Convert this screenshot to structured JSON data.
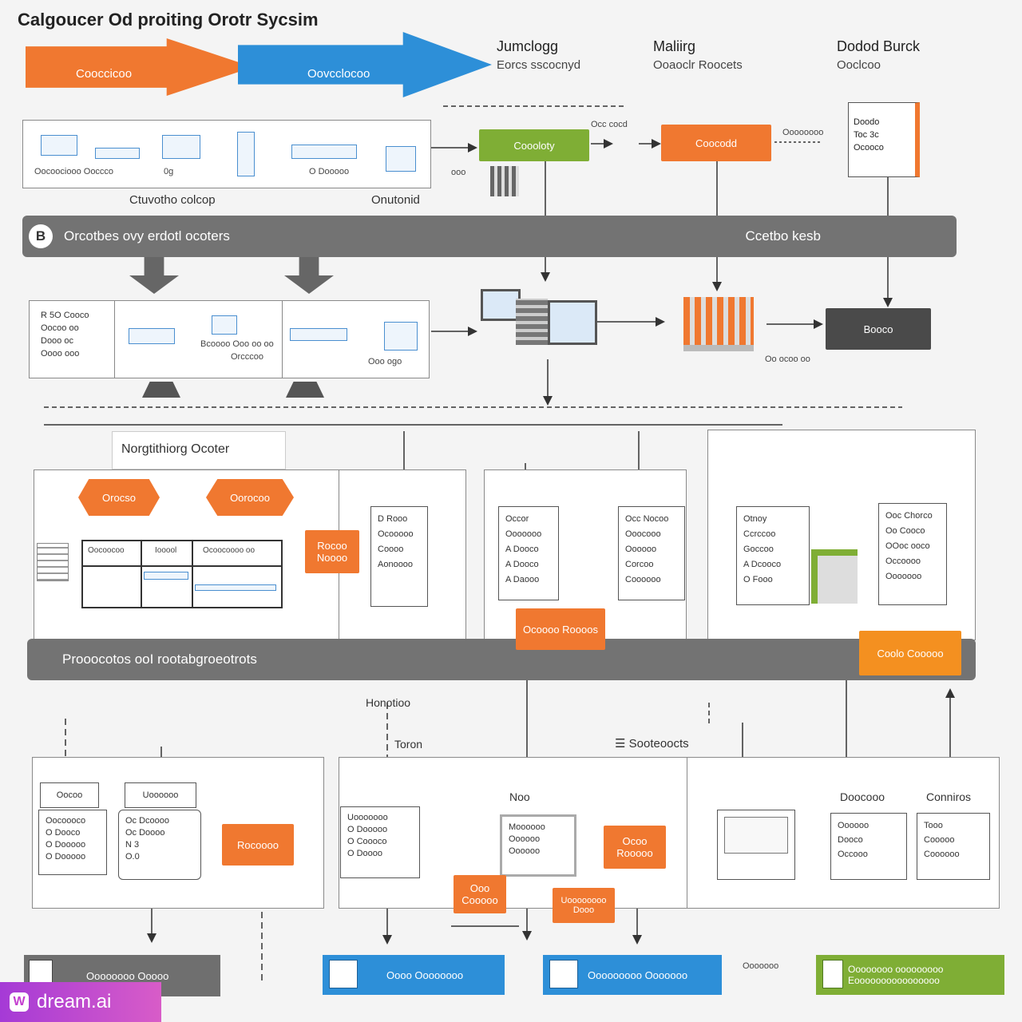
{
  "title": "Calgoucer Od proiting Orotr Sycsim",
  "colors": {
    "orange": "#f07830",
    "blue": "#2d8fd8",
    "green": "#7fae35",
    "gray_band": "#737373",
    "dark": "#4a4a4a"
  },
  "header": {
    "arrow_left": "Cooccicoo",
    "arrow_right": "Oovcclocoo",
    "col1": {
      "title": "Jumclogg",
      "subtitle": "Eorcs sscocnyd"
    },
    "col2": {
      "title": "Maliirg",
      "subtitle": "Ooaoclr Roocets"
    },
    "col3": {
      "title": "Dodod Burck",
      "subtitle": "Ooclcoo"
    }
  },
  "row1": {
    "screen_label_1": "Oocoociooo Ooccco",
    "screen_label_2": "0g",
    "screen_label_3": "O Dooooo",
    "under_label_left": "Ctuvotho colcop",
    "under_label_right": "Onutonid",
    "green_node": "Coooloty",
    "orange_node": "Coocodd",
    "side_doc_lines": [
      "Doodo",
      "Toc 3c",
      "Ocooco"
    ],
    "arrow_caption": "Occ cocd",
    "arrow_caption_2": "Oooooooo",
    "small_caption": "ooo"
  },
  "band1": {
    "left": "Orcotbes ovy erdotl ocoters",
    "right": "Ccetbo kesb",
    "badge": "B"
  },
  "row2": {
    "card_lines": [
      "R 5O Cooco",
      "Oocoo oo",
      "Dooo oc",
      "Oooo ooo"
    ],
    "screen_label_a": "Bcoooo Ooo oo oo",
    "screen_label_b": "Orcccoo",
    "screen_label_c": "Ooo ogo",
    "dark_node": "Booco",
    "dark_caption": "Oo ocoo oo"
  },
  "section": {
    "title": "Norgtithiorg Ocoter"
  },
  "middle": {
    "hex_left": "Orocso",
    "hex_right": "Oorocoo",
    "table_headers": [
      "Oocoocoo",
      "Iooool",
      "Ocoocoooo oo"
    ],
    "orange_mid": "Rocoo Noooo",
    "doc1_lines": [
      "D Rooo",
      "Ocooooo",
      "Coooo",
      "Aonoooo"
    ],
    "doc2_lines": [
      "Occor",
      "Ooooooo",
      "A Dooco",
      "A Dooco",
      "A Daooo"
    ],
    "doc3_lines": [
      "Occ Nocoo",
      "Ooocooo",
      "Oooooo",
      "Corcoo",
      "Coooooo"
    ],
    "doc4_lines": [
      "Otnoy",
      "Ccrccoo",
      "Goccoo",
      "A Dcooco",
      "O Fooo"
    ],
    "doc5_lines": [
      "Ooc Chorco",
      "Oo Cooco",
      "OOoc ooco",
      "Occoooo",
      "Ooooooo"
    ],
    "orange_center": "Ocoooo Roooos",
    "orange_right": "Coolo Cooooo"
  },
  "band2": {
    "left": "Prooocotos ooI rootabgroeotrots"
  },
  "lower": {
    "label_top": "Honotioo",
    "label_mid": "Toron",
    "label_list": "Sooteoocts",
    "box1_title": "Oocoo",
    "box1_lines": [
      "Oocoooco",
      "O Dooco",
      "O Dooooo",
      "O Dooooo"
    ],
    "box2_title": "Uoooooo",
    "box2_lines": [
      "Oc Dcoooo",
      "Oc Doooo",
      "N 3",
      "O.0"
    ],
    "orange_lower_left": "Rocoooo",
    "box3_lines": [
      "Uooooooo",
      "O Dooooo",
      "O Coooco",
      "O Doooo"
    ],
    "box4_title": "Noo",
    "box4_lines": [
      "Moooooo",
      "Oooooo",
      "Oooooo"
    ],
    "orange_a": "Ooo Cooooo",
    "orange_b": "Ocoo Rooooo",
    "orange_c": "Uoooooooo Dooo",
    "col_title_a": "Doocooo",
    "col_title_b": "Conniros",
    "box5_lines": [
      "Oooooo",
      "Dooco",
      "Occooo"
    ],
    "box6_lines": [
      "Tooo",
      "Cooooo",
      "Coooooo"
    ]
  },
  "footer": {
    "gray": "Oooooooo Ooooo",
    "blue1": "Oooo Oooooooo",
    "blue2": "Ooooooooo Ooooooo",
    "green": "Oooooooo ooooooooo Eoooooooooooooooo",
    "caption": "Ooooooo"
  },
  "watermark": "dream.ai"
}
